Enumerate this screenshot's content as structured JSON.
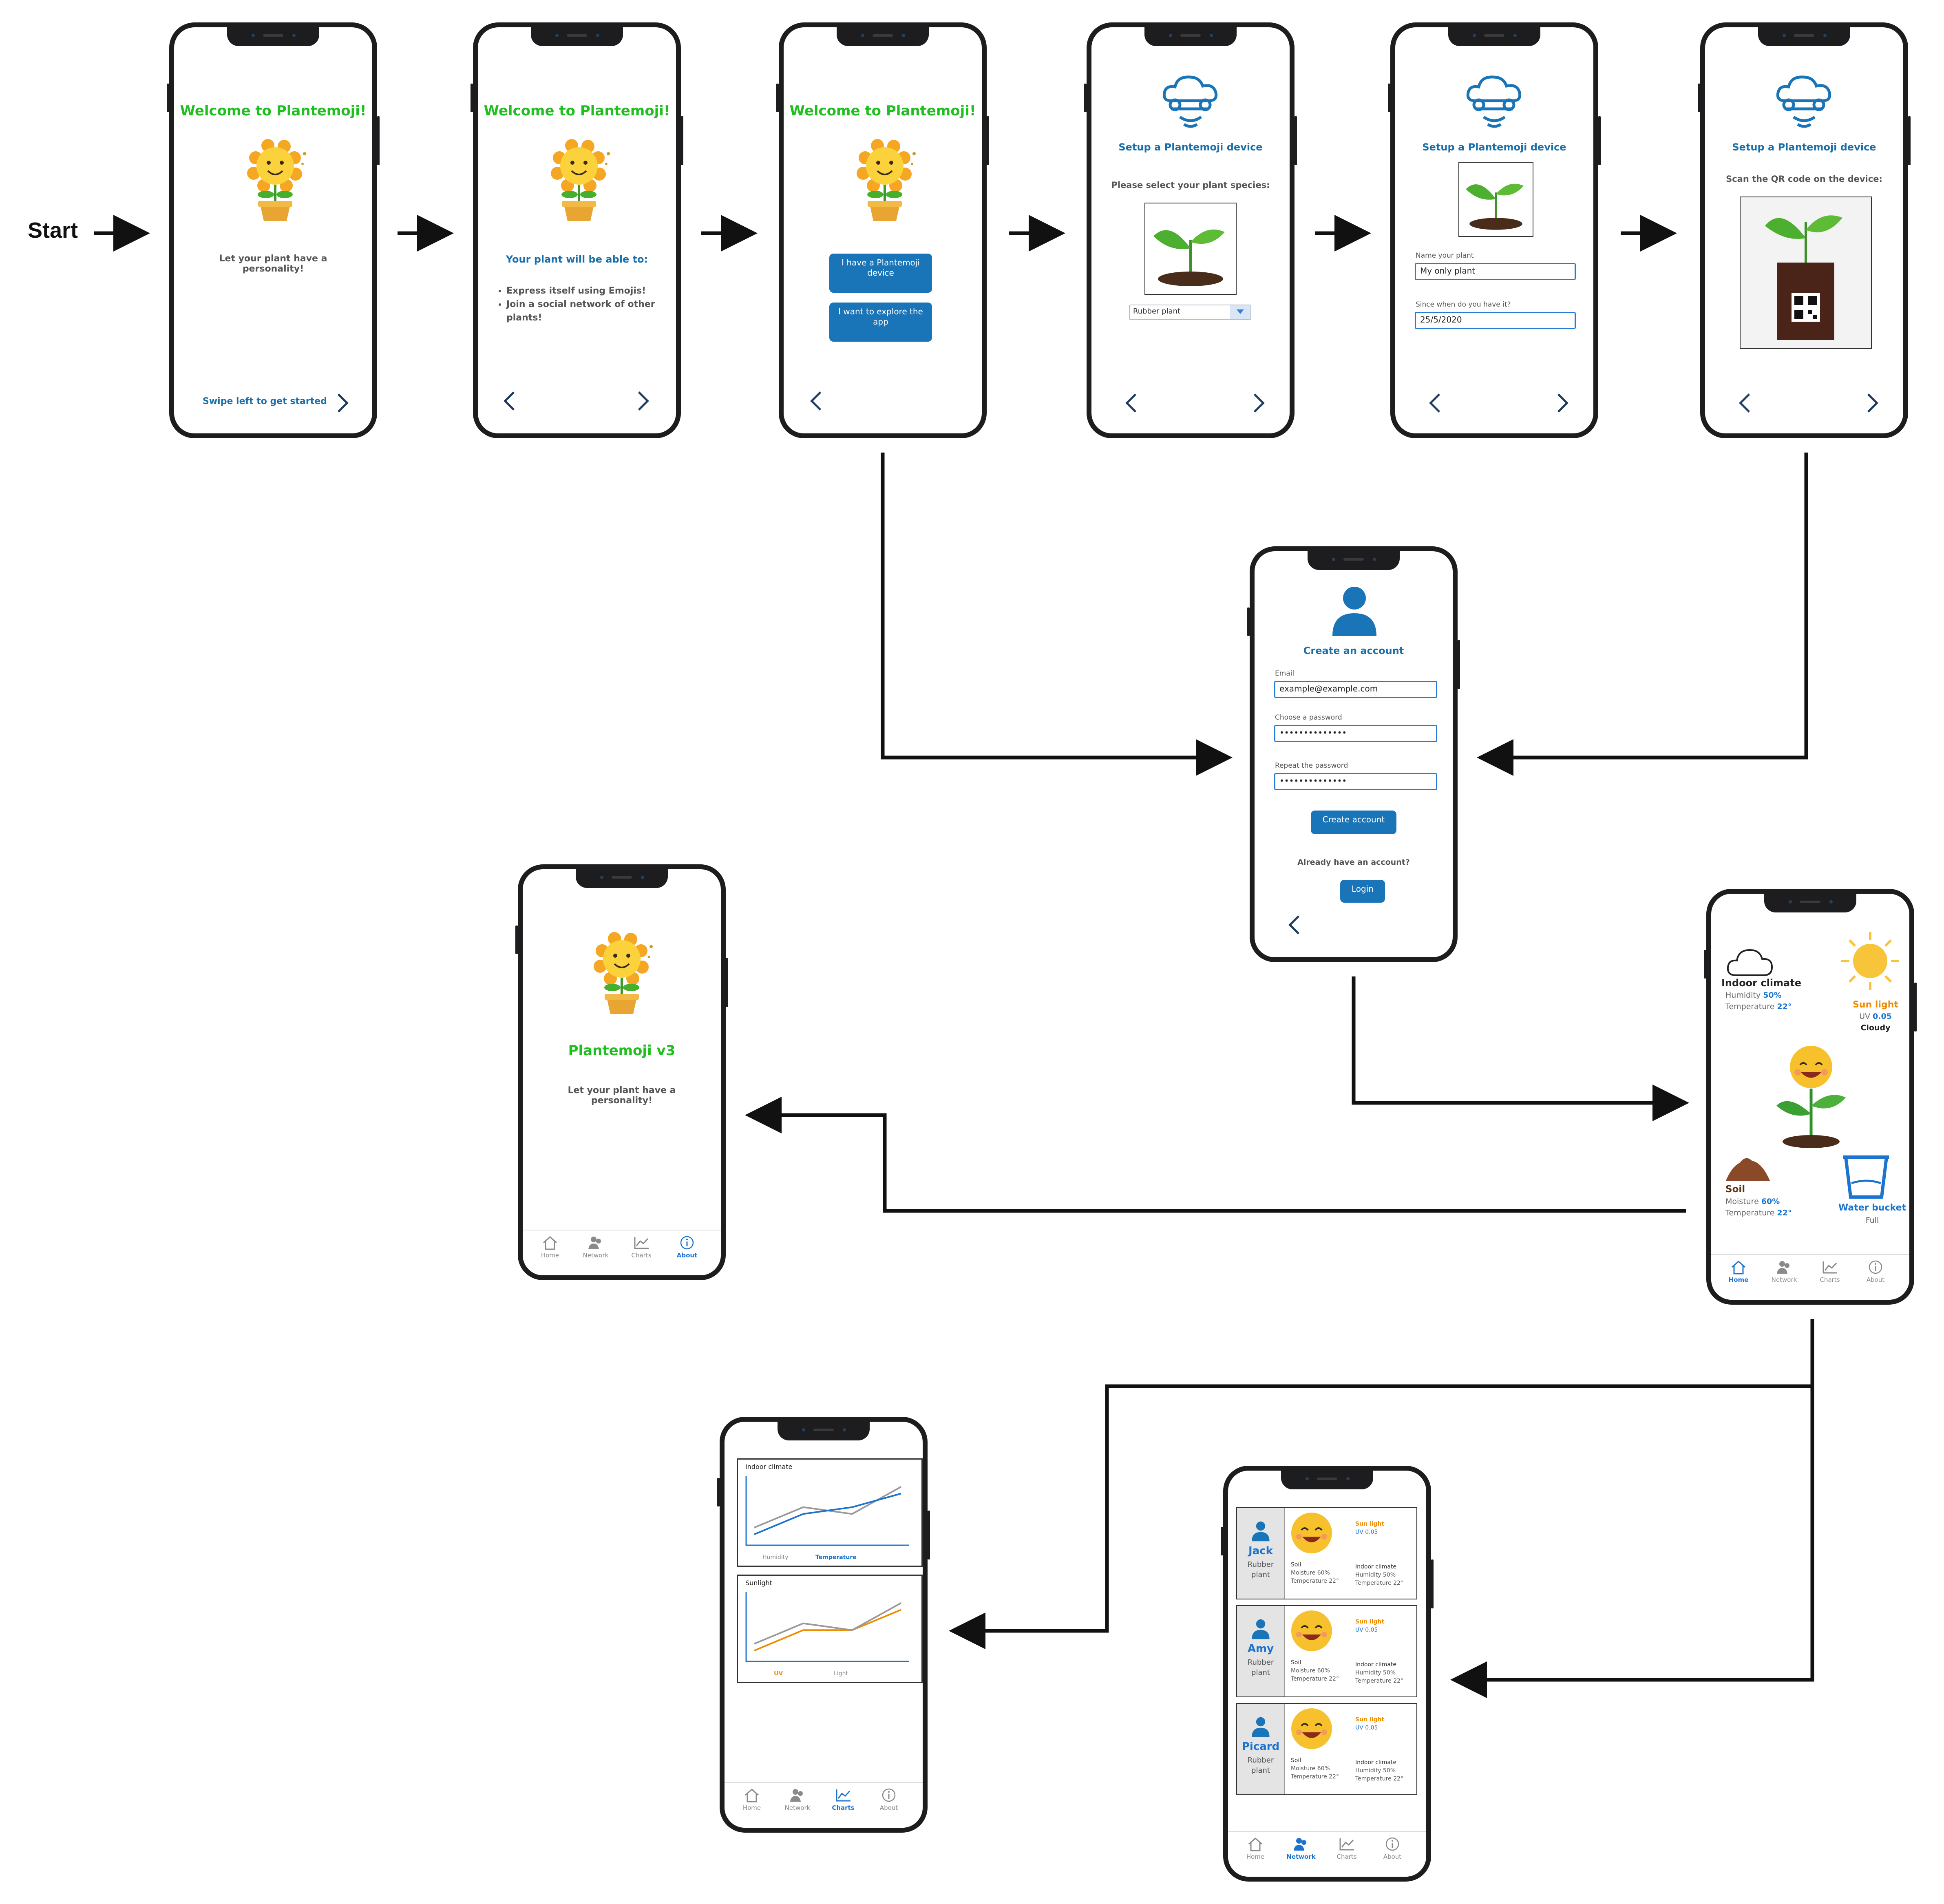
{
  "start_label": "Start",
  "screens": {
    "welcome1": {
      "title": "Welcome to Plantemoji!",
      "text": "Let your plant have a personality!",
      "swipe": "Swipe left to get started"
    },
    "welcome2": {
      "title": "Welcome to Plantemoji!",
      "subtitle": "Your plant will be able to:",
      "bullets": [
        "Express itself using Emojis!",
        "Join a social network of other plants!"
      ]
    },
    "welcome3": {
      "title": "Welcome to Plantemoji!",
      "btn_device": "I have a Plantemoji device",
      "btn_explore": "I want to explore the app"
    },
    "setup1": {
      "title": "Setup a Plantemoji device",
      "prompt": "Please select your plant species:",
      "species": "Rubber plant"
    },
    "setup2": {
      "title": "Setup a Plantemoji device",
      "name_label": "Name your plant",
      "name_value": "My only plant",
      "since_label": "Since when do you have it?",
      "since_value": "25/5/2020"
    },
    "setup3": {
      "title": "Setup a Plantemoji device",
      "prompt": "Scan the QR code on the device:"
    },
    "account": {
      "title": "Create an account",
      "email_label": "Email",
      "email_value": "example@example.com",
      "pw_label": "Choose a password",
      "pw_value": "••••••••••••••",
      "pw2_label": "Repeat the password",
      "pw2_value": "••••••••••••••",
      "create_btn": "Create account",
      "already": "Already have an account?",
      "login_btn": "Login"
    },
    "about": {
      "title": "Plantemoji v3",
      "text": "Let your plant have a personality!"
    },
    "home": {
      "indoor_title": "Indoor climate",
      "humidity_label": "Humidity",
      "humidity_value": "50%",
      "temperature_label": "Temperature",
      "temperature_value": "22°",
      "sun_title": "Sun light",
      "uv_label": "UV",
      "uv_value": "0.05",
      "sky": "Cloudy",
      "soil_title": "Soil",
      "moisture_label": "Moisture",
      "moisture_value": "60%",
      "soil_temp_label": "Temperature",
      "soil_temp_value": "22°",
      "water_title": "Water bucket",
      "water_status": "Full"
    },
    "charts": {
      "chart1_title": "Indoor climate",
      "chart1_legend": [
        "Humidity",
        "Temperature"
      ],
      "chart2_title": "Sunlight",
      "chart2_legend": [
        "UV",
        "Light"
      ]
    },
    "network": {
      "users": [
        {
          "name": "Jack",
          "species": "Rubber plant"
        },
        {
          "name": "Amy",
          "species": "Rubber plant"
        },
        {
          "name": "Picard",
          "species": "Rubber plant"
        }
      ],
      "sun_title": "Sun light",
      "uv": "UV 0.05",
      "soil_title": "Soil",
      "moisture": "Moisture 60%",
      "soil_temp": "Temperature 22°",
      "indoor_title": "Indoor climate",
      "humidity": "Humidity 50%",
      "indoor_temp": "Temperature 22°"
    }
  },
  "tabs": [
    "Home",
    "Network",
    "Charts",
    "About"
  ],
  "colors": {
    "green_title": "#1fbf1f",
    "blue_title": "#1a6fa8",
    "button": "#1a74b8",
    "accent": "#1a74d0",
    "orange": "#f08c00"
  },
  "chart_data": [
    {
      "type": "line",
      "title": "Indoor climate",
      "series": [
        {
          "name": "Humidity",
          "values": [
            2,
            5,
            4,
            8
          ]
        },
        {
          "name": "Temperature",
          "values": [
            1,
            4,
            5,
            7
          ]
        }
      ]
    },
    {
      "type": "line",
      "title": "Sunlight",
      "series": [
        {
          "name": "UV",
          "values": [
            1,
            4,
            4,
            7
          ]
        },
        {
          "name": "Light",
          "values": [
            2,
            5,
            4,
            8
          ]
        }
      ]
    }
  ]
}
